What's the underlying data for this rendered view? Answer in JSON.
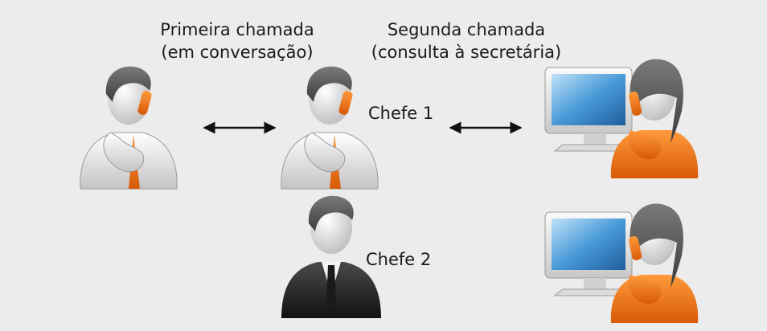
{
  "labels": {
    "first_call_title": "Primeira chamada",
    "first_call_subtitle": "(em conversação)",
    "second_call_title": "Segunda chamada",
    "second_call_subtitle": "(consulta à secretária)",
    "boss1": "Chefe 1",
    "boss2": "Chefe 2"
  },
  "icons": {
    "caller": "person-on-phone-icon",
    "boss1": "person-on-phone-icon",
    "boss2": "businessman-icon",
    "secretary": "secretary-at-computer-icon",
    "arrow": "double-headed-arrow-icon"
  },
  "colors": {
    "background": "#ececec",
    "accent_orange": "#f07a1c",
    "hair_gray": "#5a5a5a",
    "skin_gray": "#e2e2e2",
    "suit_black": "#2a2a2a",
    "screen_blue": "#3a86c8"
  }
}
